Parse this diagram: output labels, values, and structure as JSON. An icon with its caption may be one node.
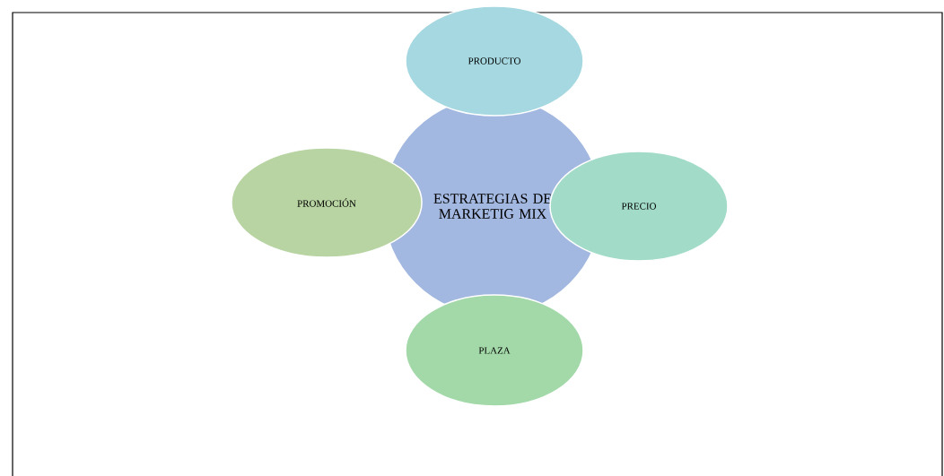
{
  "diagram": {
    "nodes": [
      {
        "text": [
          "ESTRATEGIAS DE MARKETIG MIX"
        ]
      },
      {
        "text": [
          "PRODUCTO"
        ]
      },
      {
        "text": [
          "PROMOCIÓN"
        ]
      },
      {
        "text": [
          "PRECIO"
        ]
      },
      {
        "text": [
          "PLAZA"
        ]
      }
    ]
  }
}
